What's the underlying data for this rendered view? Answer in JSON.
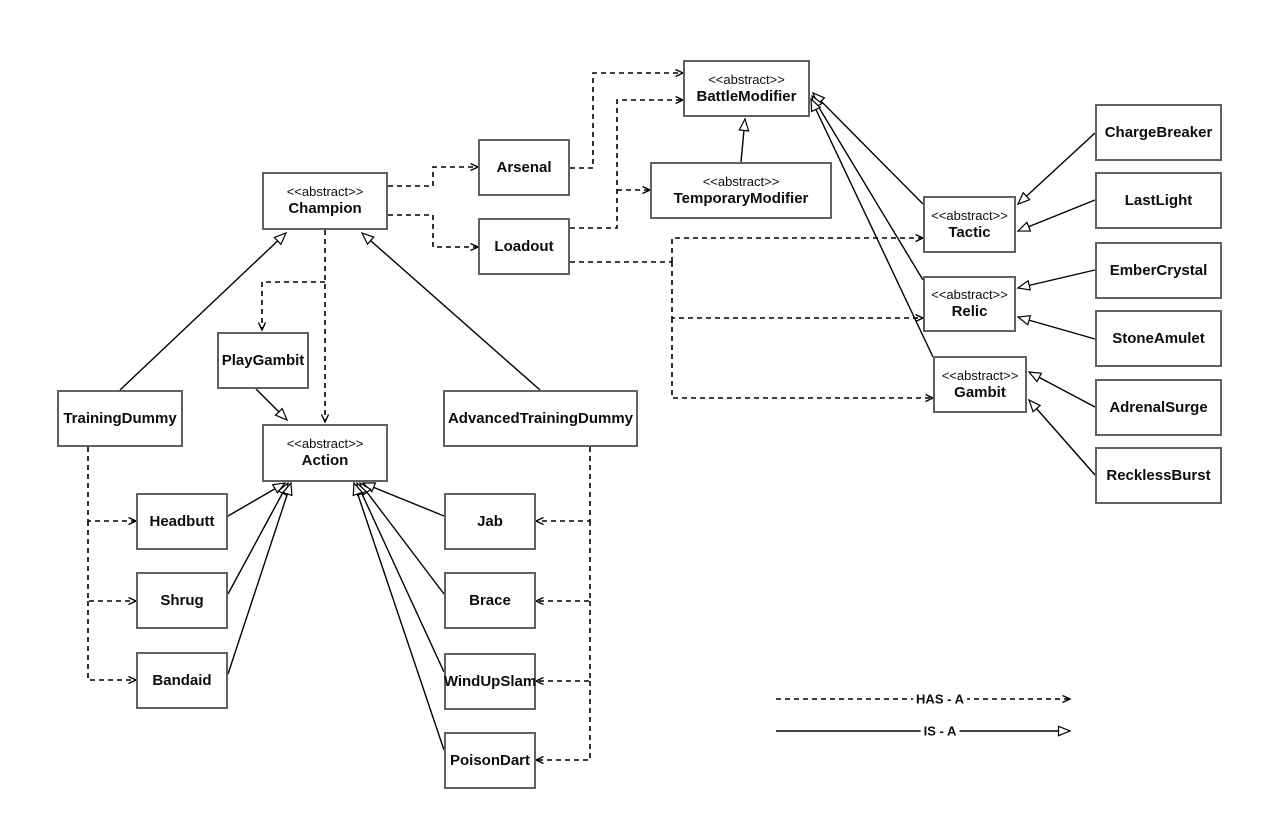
{
  "diagram_type": "uml-class-diagram",
  "stereotype_label": "<<abstract>>",
  "nodes": {
    "champion": {
      "stereotype": "<<abstract>>",
      "name": "Champion"
    },
    "arsenal": {
      "name": "Arsenal"
    },
    "loadout": {
      "name": "Loadout"
    },
    "battlemodifier": {
      "stereotype": "<<abstract>>",
      "name": "BattleModifier"
    },
    "temporarymodifier": {
      "stereotype": "<<abstract>>",
      "name": "TemporaryModifier"
    },
    "tactic": {
      "stereotype": "<<abstract>>",
      "name": "Tactic"
    },
    "relic": {
      "stereotype": "<<abstract>>",
      "name": "Relic"
    },
    "gambit": {
      "stereotype": "<<abstract>>",
      "name": "Gambit"
    },
    "chargebreaker": {
      "name": "ChargeBreaker"
    },
    "lastlight": {
      "name": "LastLight"
    },
    "embercrystal": {
      "name": "EmberCrystal"
    },
    "stoneamulet": {
      "name": "StoneAmulet"
    },
    "adrenalsurge": {
      "name": "AdrenalSurge"
    },
    "recklessburst": {
      "name": "RecklessBurst"
    },
    "trainingdummy": {
      "name": "TrainingDummy"
    },
    "playgambit": {
      "name": "PlayGambit"
    },
    "action": {
      "stereotype": "<<abstract>>",
      "name": "Action"
    },
    "advancedtrainingdummy": {
      "name": "AdvancedTrainingDummy"
    },
    "headbutt": {
      "name": "Headbutt"
    },
    "shrug": {
      "name": "Shrug"
    },
    "bandaid": {
      "name": "Bandaid"
    },
    "jab": {
      "name": "Jab"
    },
    "brace": {
      "name": "Brace"
    },
    "windupslam": {
      "name": "WindUpSlam"
    },
    "poisondart": {
      "name": "PoisonDart"
    }
  },
  "relationships": [
    {
      "from": "Champion",
      "to": "Arsenal",
      "type": "HAS-A"
    },
    {
      "from": "Champion",
      "to": "Loadout",
      "type": "HAS-A"
    },
    {
      "from": "Champion",
      "to": "PlayGambit",
      "type": "HAS-A"
    },
    {
      "from": "Champion",
      "to": "Action",
      "type": "HAS-A"
    },
    {
      "from": "Arsenal",
      "to": "BattleModifier",
      "type": "HAS-A"
    },
    {
      "from": "Loadout",
      "to": "BattleModifier",
      "type": "HAS-A"
    },
    {
      "from": "Loadout",
      "to": "TemporaryModifier",
      "type": "HAS-A"
    },
    {
      "from": "Loadout",
      "to": "Tactic",
      "type": "HAS-A"
    },
    {
      "from": "Loadout",
      "to": "Relic",
      "type": "HAS-A"
    },
    {
      "from": "Loadout",
      "to": "Gambit",
      "type": "HAS-A"
    },
    {
      "from": "TrainingDummy",
      "to": "Headbutt",
      "type": "HAS-A"
    },
    {
      "from": "TrainingDummy",
      "to": "Shrug",
      "type": "HAS-A"
    },
    {
      "from": "TrainingDummy",
      "to": "Bandaid",
      "type": "HAS-A"
    },
    {
      "from": "AdvancedTrainingDummy",
      "to": "Jab",
      "type": "HAS-A"
    },
    {
      "from": "AdvancedTrainingDummy",
      "to": "Brace",
      "type": "HAS-A"
    },
    {
      "from": "AdvancedTrainingDummy",
      "to": "WindUpSlam",
      "type": "HAS-A"
    },
    {
      "from": "AdvancedTrainingDummy",
      "to": "PoisonDart",
      "type": "HAS-A"
    },
    {
      "from": "TrainingDummy",
      "to": "Champion",
      "type": "IS-A"
    },
    {
      "from": "AdvancedTrainingDummy",
      "to": "Champion",
      "type": "IS-A"
    },
    {
      "from": "PlayGambit",
      "to": "Action",
      "type": "IS-A"
    },
    {
      "from": "Headbutt",
      "to": "Action",
      "type": "IS-A"
    },
    {
      "from": "Shrug",
      "to": "Action",
      "type": "IS-A"
    },
    {
      "from": "Bandaid",
      "to": "Action",
      "type": "IS-A"
    },
    {
      "from": "Jab",
      "to": "Action",
      "type": "IS-A"
    },
    {
      "from": "Brace",
      "to": "Action",
      "type": "IS-A"
    },
    {
      "from": "WindUpSlam",
      "to": "Action",
      "type": "IS-A"
    },
    {
      "from": "PoisonDart",
      "to": "Action",
      "type": "IS-A"
    },
    {
      "from": "TemporaryModifier",
      "to": "BattleModifier",
      "type": "IS-A"
    },
    {
      "from": "Tactic",
      "to": "BattleModifier",
      "type": "IS-A"
    },
    {
      "from": "Relic",
      "to": "BattleModifier",
      "type": "IS-A"
    },
    {
      "from": "Gambit",
      "to": "BattleModifier",
      "type": "IS-A"
    },
    {
      "from": "ChargeBreaker",
      "to": "Tactic",
      "type": "IS-A"
    },
    {
      "from": "LastLight",
      "to": "Tactic",
      "type": "IS-A"
    },
    {
      "from": "EmberCrystal",
      "to": "Relic",
      "type": "IS-A"
    },
    {
      "from": "StoneAmulet",
      "to": "Relic",
      "type": "IS-A"
    },
    {
      "from": "AdrenalSurge",
      "to": "Gambit",
      "type": "IS-A"
    },
    {
      "from": "RecklessBurst",
      "to": "Gambit",
      "type": "IS-A"
    }
  ],
  "legend": {
    "has_a": "HAS - A",
    "is_a": "IS - A"
  },
  "colors": {
    "background": "#ffffff",
    "box_border": "#616161",
    "line": "#000000",
    "text": "#0d0d0d"
  }
}
